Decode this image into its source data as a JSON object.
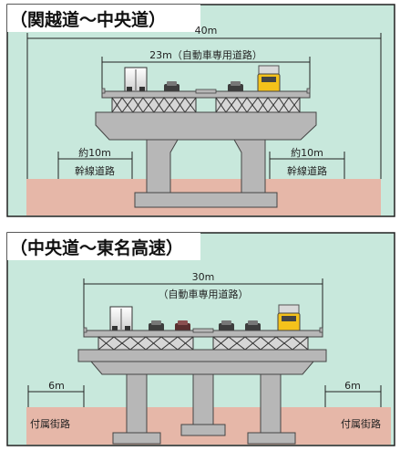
{
  "panel1": {
    "heading": "（関越道～中央道）",
    "total_width": "40m",
    "road_width": "23m（自動車専用道路）",
    "side_left_width": "約10m",
    "side_left_label": "幹線道路",
    "side_right_width": "約10m",
    "side_right_label": "幹線道路"
  },
  "panel2": {
    "heading": "（中央道～東名高速）",
    "total_width": "30m",
    "road_label": "（自動車専用道路）",
    "side_left_width": "6m",
    "side_left_label": "付属街路",
    "side_right_width": "6m",
    "side_right_label": "付属街路"
  },
  "colors": {
    "background": "#c8e8dc",
    "ground": "#e6b7a8",
    "structure": "#b7b7b7",
    "truss": "#d6d6d6",
    "border": "#222222"
  }
}
